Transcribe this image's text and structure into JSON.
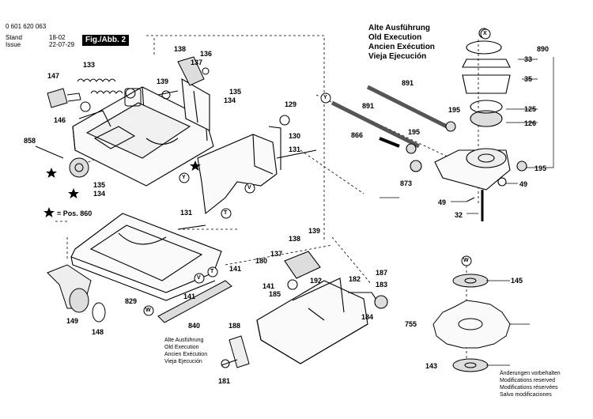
{
  "header": {
    "doc_number": "0 601 620 063",
    "stand_label": "Stand",
    "issue_label": "Issue",
    "stand_value": "18-02",
    "issue_value": "22-07-29",
    "figure_label": "Fig./Abb. 2"
  },
  "edition_block": [
    "Alte Ausführung",
    "Old Execution",
    "Ancien Exécution",
    "Vieja Ejecución"
  ],
  "edition_block_small": [
    "Alte Ausführung",
    "Old Execution",
    "Ancien Exécution",
    "Vieja Ejecución"
  ],
  "footer_notes": [
    "Änderungen vorbehalten",
    "Modifications reserved",
    "Modifications réservées",
    "Salvo modificaciones"
  ],
  "legend": {
    "star_text": "= Pos. 860"
  },
  "ref_letters": [
    "X",
    "Y",
    "V",
    "T",
    "W"
  ],
  "part_numbers": [
    "133",
    "147",
    "146",
    "858",
    "135",
    "134",
    "138",
    "136",
    "137",
    "139",
    "135",
    "134",
    "129",
    "130",
    "131",
    "891",
    "891",
    "866",
    "195",
    "195",
    "873",
    "125",
    "126",
    "33",
    "35",
    "890",
    "195",
    "49",
    "49",
    "32",
    "131",
    "829",
    "149",
    "148",
    "138",
    "139",
    "137",
    "180",
    "141",
    "192",
    "185",
    "187",
    "182",
    "183",
    "184",
    "141",
    "141",
    "840",
    "188",
    "181",
    "145",
    "755",
    "143"
  ]
}
